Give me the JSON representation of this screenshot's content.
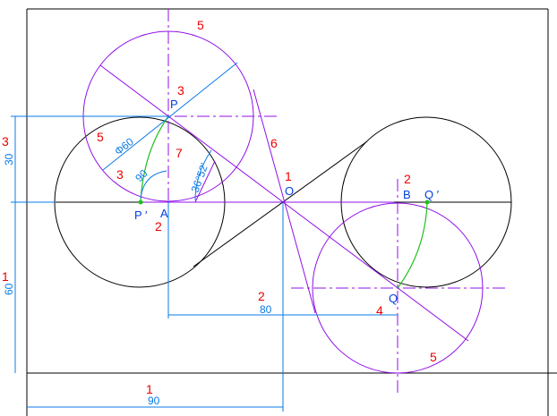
{
  "labels": {
    "P": "P",
    "Pp": "P ′",
    "A": "A",
    "O": "O",
    "B": "B",
    "Q": "Q",
    "Qp": "Q ′"
  },
  "steps": {
    "s1a": "1",
    "s1b": "1",
    "s1c": "1",
    "s2a": "2",
    "s2b": "2",
    "s2c": "2",
    "s3a": "3",
    "s3b": "3",
    "s3c": "3",
    "s4": "4",
    "s5a": "5",
    "s5b": "5",
    "s5c": "5",
    "s6": "6",
    "s7": "7"
  },
  "dims": {
    "d30": "30",
    "d60": "60",
    "d80": "80",
    "d90": "90",
    "phi": "Φ60",
    "ang90": "90",
    "ang": "36°52′"
  },
  "colors": {
    "black": "#000000",
    "purple": "#9010e8",
    "blue": "#0a7ae8",
    "green": "#20c020",
    "red": "#e00000"
  }
}
